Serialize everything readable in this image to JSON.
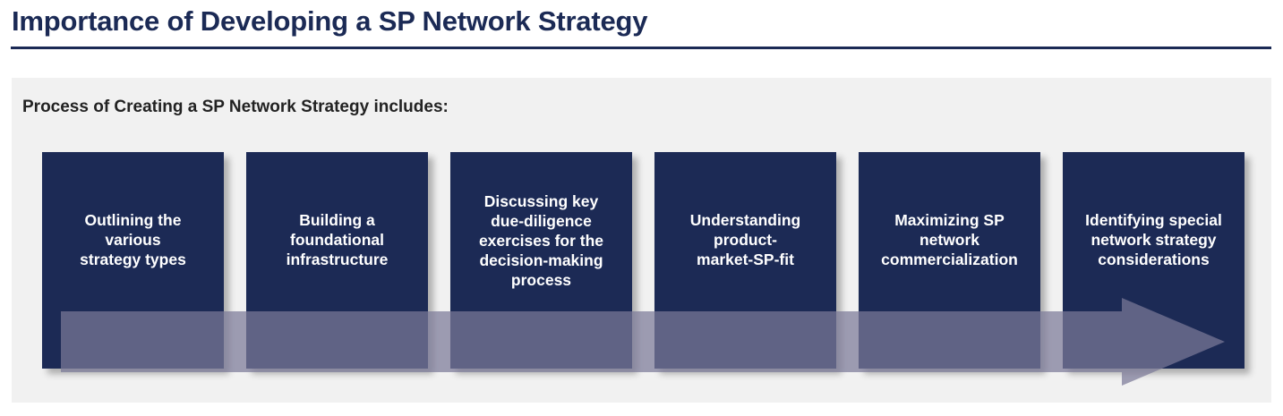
{
  "page": {
    "title": "Importance of Developing a SP Network Strategy",
    "subtitle": "Process of Creating a SP Network Strategy includes:"
  },
  "colors": {
    "brand_navy": "#1c2a55",
    "title_navy": "#1b2a55",
    "card_background": "#f1f1f1",
    "arrow_bar": "#7b7a99",
    "box_text": "#ffffff",
    "page_background": "#ffffff"
  },
  "process": {
    "arrow_icon_name": "right-arrow-icon",
    "steps": [
      {
        "index": 1,
        "label": "Outlining the\nvarious\nstrategy types"
      },
      {
        "index": 2,
        "label": "Building a\nfoundational\ninfrastructure"
      },
      {
        "index": 3,
        "label": "Discussing key\ndue-diligence\nexercises for the\ndecision-making\nprocess"
      },
      {
        "index": 4,
        "label": "Understanding\nproduct-\nmarket-SP-fit"
      },
      {
        "index": 5,
        "label": "Maximizing SP\nnetwork\ncommercialization"
      },
      {
        "index": 6,
        "label": "Identifying special\nnetwork strategy\nconsiderations"
      }
    ]
  }
}
